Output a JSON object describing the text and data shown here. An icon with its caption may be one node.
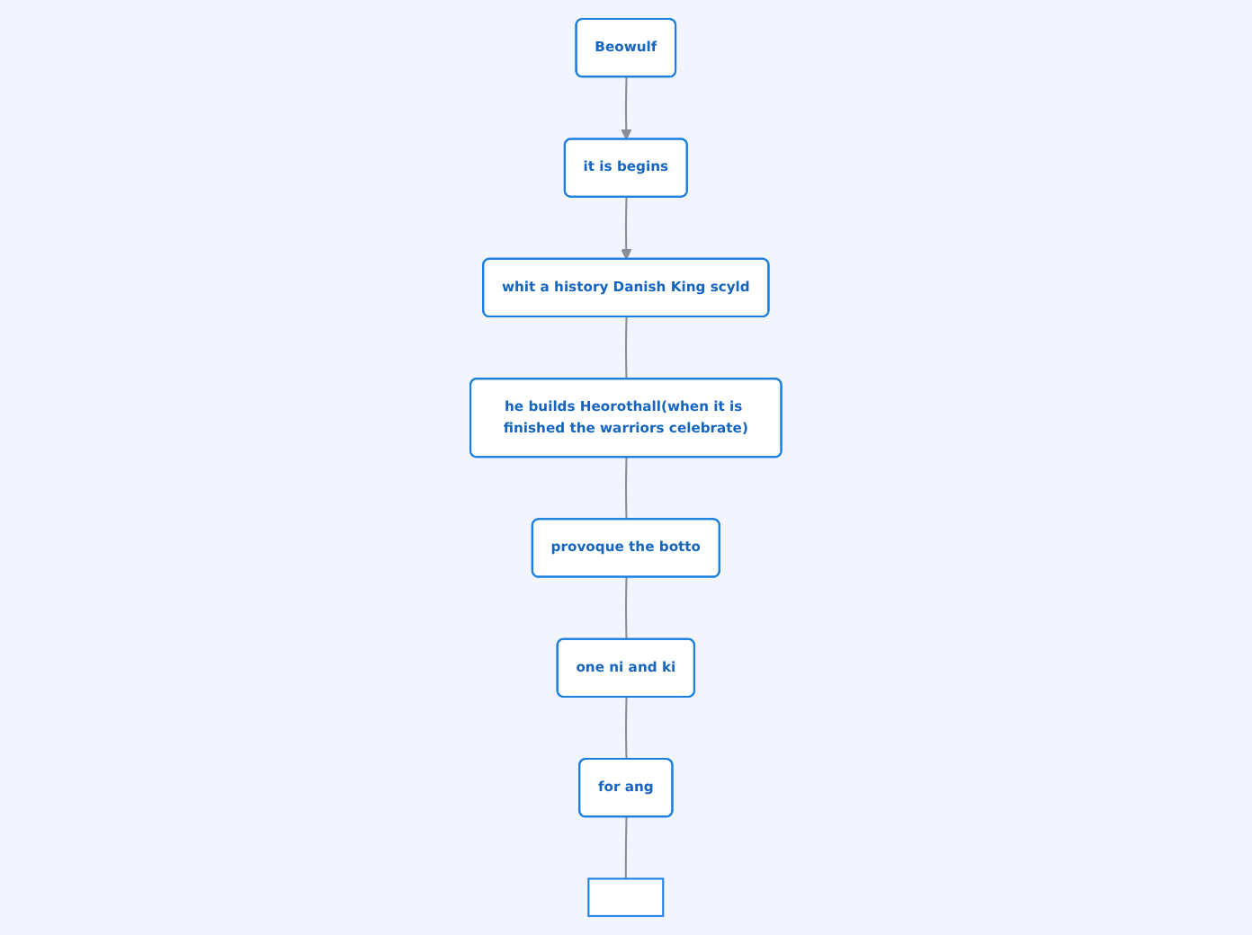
{
  "diagram": {
    "nodes": [
      {
        "text": [
          "Beowulf"
        ]
      },
      {
        "text": [
          "it is begins"
        ]
      },
      {
        "text": [
          "whit a history Danish King scyld"
        ]
      },
      {
        "text": [
          "he builds Heorothall(when it is finished the warriors celebrate)"
        ]
      },
      {
        "text": [
          "provoque the botto"
        ]
      },
      {
        "text": [
          "one ni and ki"
        ]
      },
      {
        "text": [
          "for ang"
        ]
      },
      {
        "text": [],
        "shape": "box"
      }
    ],
    "edges": [
      {
        "from": 0,
        "to": 1,
        "arrow": "to"
      },
      {
        "from": 1,
        "to": 2,
        "arrow": "to"
      },
      {
        "from": 2,
        "to": 3,
        "arrow": "none"
      },
      {
        "from": 3,
        "to": 4,
        "arrow": "none"
      },
      {
        "from": 4,
        "to": 5,
        "arrow": "none"
      },
      {
        "from": 5,
        "to": 6,
        "arrow": "none"
      },
      {
        "from": 6,
        "to": 7,
        "arrow": "none"
      }
    ]
  }
}
